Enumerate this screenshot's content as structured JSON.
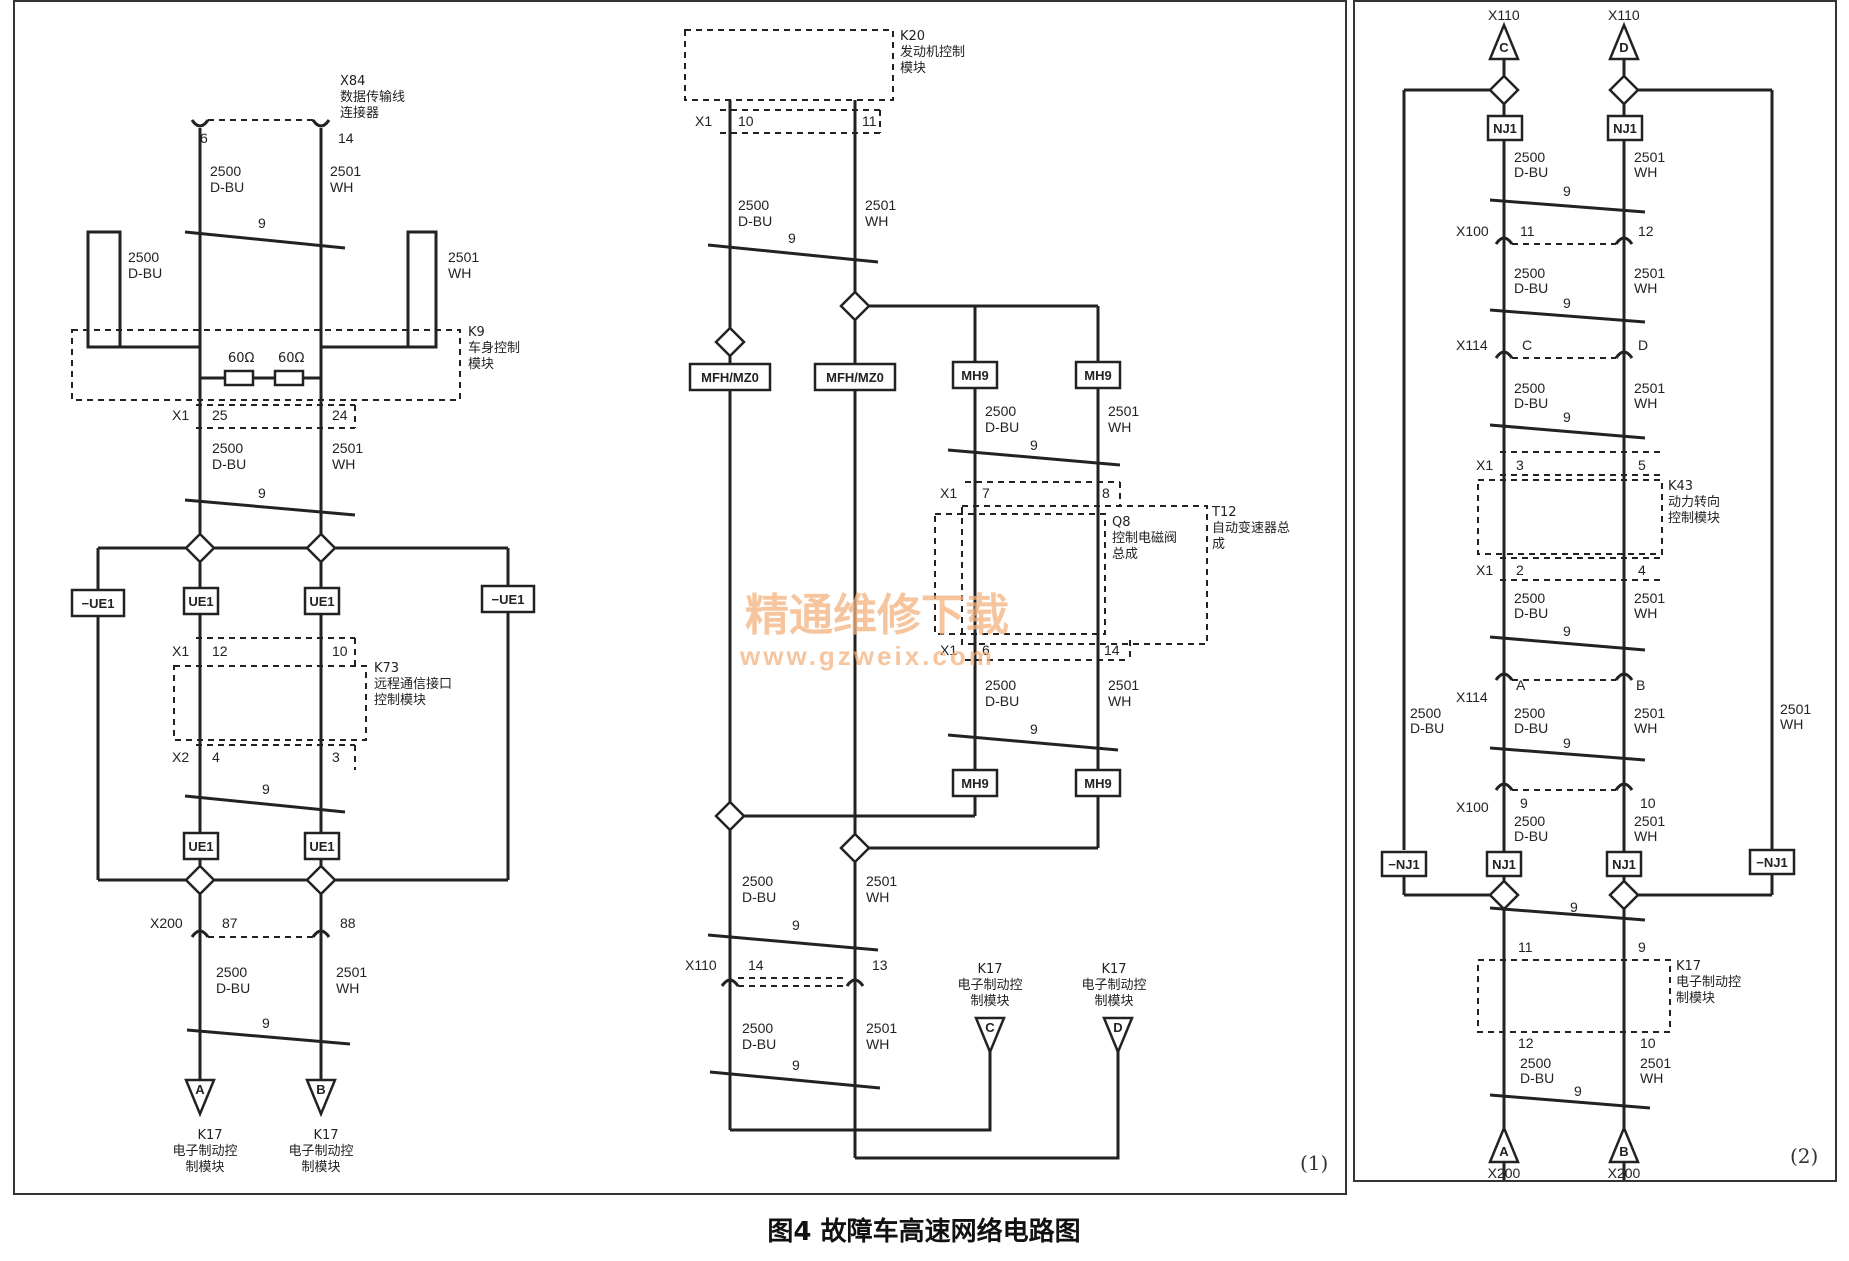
{
  "caption": "图4 故障车高速网络电路图",
  "panel_labels": {
    "left": "(1)",
    "right": "(2)"
  },
  "watermark": {
    "line1": "精通维修下载",
    "line2": "www.gzweix.com"
  },
  "wire": {
    "dbu_num": "2500",
    "dbu_color": "D-BU",
    "wh_num": "2501",
    "wh_color": "WH",
    "twist": "9"
  },
  "p1": {
    "x84": {
      "ref": "X84",
      "name_l1": "数据传输线",
      "name_l2": "连接器",
      "pin_a": "6",
      "pin_b": "14"
    },
    "k9": {
      "ref": "K9",
      "name_l1": "车身控制",
      "name_l2": "模块",
      "res1": "60Ω",
      "res2": "60Ω",
      "conn": "X1",
      "pin_a": "25",
      "pin_b": "24"
    },
    "splices": {
      "ue1": "UE1",
      "not_ue1": "−UE1"
    },
    "k73": {
      "ref": "K73",
      "name_l1": "远程通信接口",
      "name_l2": "控制模块",
      "conn1": "X1",
      "pin1a": "12",
      "pin1b": "10",
      "conn2": "X2",
      "pin2a": "4",
      "pin2b": "3"
    },
    "x200": {
      "ref": "X200",
      "pin_a": "87",
      "pin_b": "88"
    },
    "terminals": {
      "a": "A",
      "b": "B",
      "k17": "K17",
      "name_l1": "电子制动控",
      "name_l2": "制模块"
    }
  },
  "p2": {
    "k20": {
      "ref": "K20",
      "name_l1": "发动机控制",
      "name_l2": "模块",
      "conn": "X1",
      "pin_a": "10",
      "pin_b": "11"
    },
    "splices": {
      "mfh": "MFH/MZ0",
      "mh9": "MH9"
    },
    "q8": {
      "conn1": "X1",
      "pin1a": "7",
      "pin1b": "8",
      "ref": "Q8",
      "name_l1": "控制电磁阀",
      "name_l2": "总成",
      "conn2": "X1",
      "pin2a": "6",
      "pin2b": "14"
    },
    "t12": {
      "ref": "T12",
      "name_l1": "自动变速器总",
      "name_l2": "成"
    },
    "x110": {
      "ref": "X110",
      "pin_a": "14",
      "pin_b": "13"
    },
    "terminals": {
      "c": "C",
      "d": "D",
      "k17": "K17",
      "name_l1": "电子制动控",
      "name_l2": "制模块"
    }
  },
  "p3": {
    "top": {
      "ref": "X110",
      "c": "C",
      "d": "D"
    },
    "splices": {
      "nj1": "NJ1",
      "not_nj1": "−NJ1"
    },
    "x100a": {
      "ref": "X100",
      "pin_a": "11",
      "pin_b": "12"
    },
    "x114a": {
      "ref": "X114",
      "pin_a": "C",
      "pin_b": "D"
    },
    "k43": {
      "conn1": "X1",
      "pin1a": "3",
      "pin1b": "5",
      "ref": "K43",
      "name_l1": "动力转向",
      "name_l2": "控制模块",
      "conn2": "X1",
      "pin2a": "2",
      "pin2b": "4"
    },
    "x114b": {
      "ref": "X114",
      "pin_a": "A",
      "pin_b": "B"
    },
    "x100b": {
      "ref": "X100",
      "pin_a": "9",
      "pin_b": "10"
    },
    "k17": {
      "ref": "K17",
      "name_l1": "电子制动控",
      "name_l2": "制模块",
      "pin_t1": "11",
      "pin_t2": "9",
      "pin_b1": "12",
      "pin_b2": "10"
    },
    "bottom": {
      "a": "A",
      "b": "B",
      "ref": "X200"
    }
  }
}
